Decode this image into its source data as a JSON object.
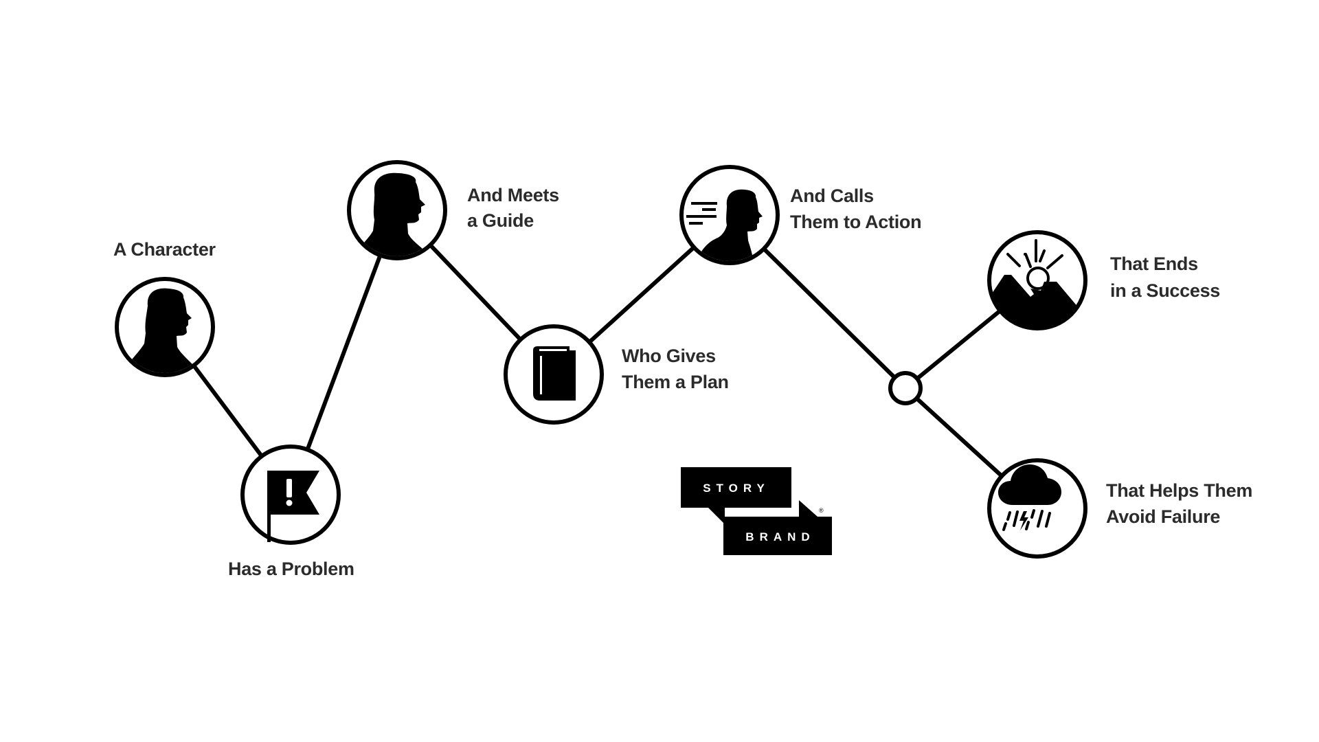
{
  "diagram": {
    "title": "StoryBrand Framework",
    "nodes": [
      {
        "id": "character",
        "icon": "person-silhouette-icon",
        "label_lines": [
          "A Character"
        ]
      },
      {
        "id": "problem",
        "icon": "flag-exclamation-icon",
        "label_lines": [
          "Has a Problem"
        ]
      },
      {
        "id": "guide",
        "icon": "person-silhouette-icon",
        "label_lines": [
          "And Meets",
          "a Guide"
        ]
      },
      {
        "id": "plan",
        "icon": "book-icon",
        "label_lines": [
          "Who Gives",
          "Them a Plan"
        ]
      },
      {
        "id": "action",
        "icon": "person-moving-icon",
        "label_lines": [
          "And Calls",
          "Them to Action"
        ]
      },
      {
        "id": "junction",
        "icon": "",
        "label_lines": []
      },
      {
        "id": "success",
        "icon": "sunrise-mountain-icon",
        "label_lines": [
          "That Ends",
          "in a Success"
        ]
      },
      {
        "id": "failure",
        "icon": "storm-cloud-icon",
        "label_lines": [
          "That Helps Them",
          "Avoid Failure"
        ]
      }
    ],
    "edges": [
      [
        "character",
        "problem"
      ],
      [
        "problem",
        "guide"
      ],
      [
        "guide",
        "plan"
      ],
      [
        "plan",
        "action"
      ],
      [
        "action",
        "junction"
      ],
      [
        "junction",
        "success"
      ],
      [
        "junction",
        "failure"
      ]
    ]
  },
  "logo": {
    "top_word": "STORY",
    "bottom_word": "BRAND",
    "registered_mark": "®"
  },
  "colors": {
    "stroke": "#000000",
    "text": "#2b2b2b",
    "background": "#ffffff"
  }
}
